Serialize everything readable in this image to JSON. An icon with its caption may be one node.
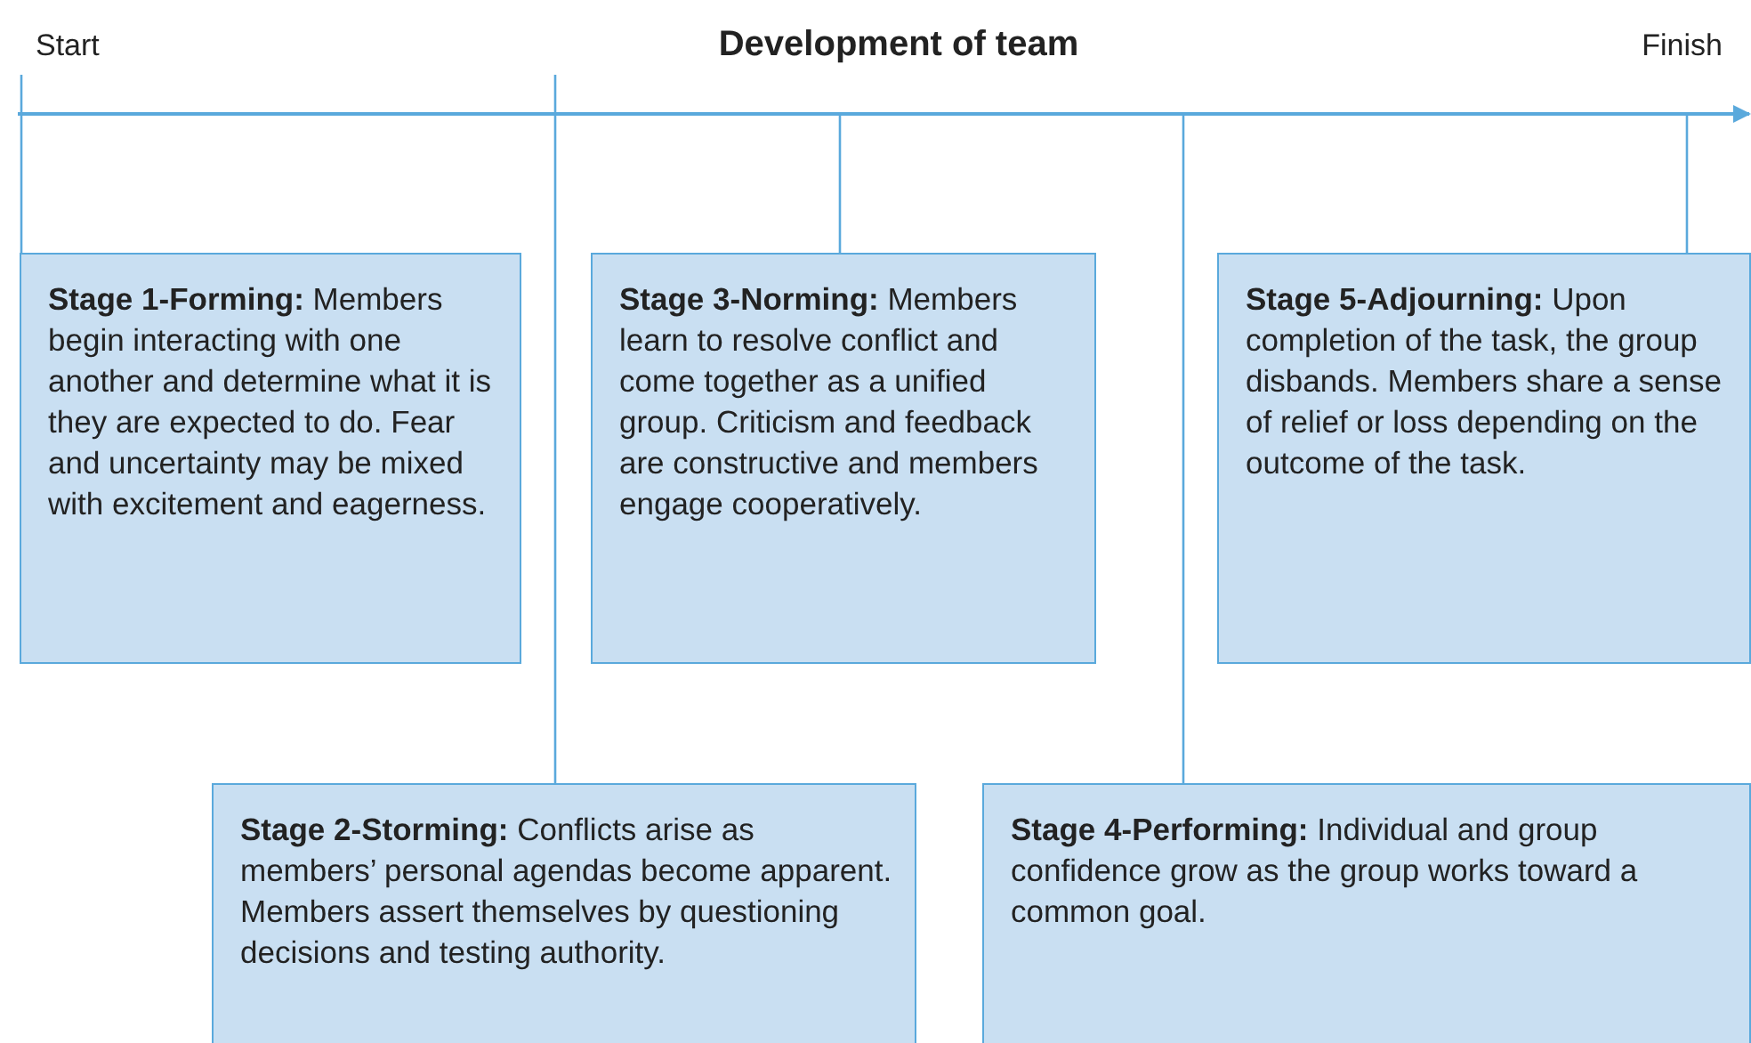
{
  "diagram": {
    "title": "Development of team",
    "nodes": [
      {
        "text": [
          "**Stage 1-Forming:** Members begin interacting with one another and determine what it is they are expected to do. Fear and uncertainty may be mixed with excitement and eagerness."
        ]
      },
      {
        "text": [
          "**Stage 3-Norming:** Members learn to resolve conflict and come together as a unified group. Criticism and feedback are constructive and members engage cooperatively."
        ]
      },
      {
        "text": [
          "**Stage 5-Adjourning:** Upon completion of the task, the group disbands. Members share a sense of relief or loss depending on the outcome of the task."
        ]
      },
      {
        "text": [
          "**Stage 2-Storming:** Conflicts arise as members’ personal agendas become apparent. Members assert themselves by questioning decisions and testing authority."
        ]
      },
      {
        "text": [
          "**Stage 4-Performing:** Individual and group confidence grow as the group works toward a common goal."
        ]
      }
    ],
    "edges": [
      {
        "from": 0,
        "to": null,
        "arrow": "none"
      },
      {
        "from": 1,
        "to": null,
        "arrow": "none"
      },
      {
        "from": 2,
        "to": null,
        "arrow": "none"
      },
      {
        "from": 3,
        "to": null,
        "arrow": "none"
      },
      {
        "from": 4,
        "to": null,
        "arrow": "none"
      }
    ],
    "labels": [
      "Start",
      "Finish"
    ]
  }
}
